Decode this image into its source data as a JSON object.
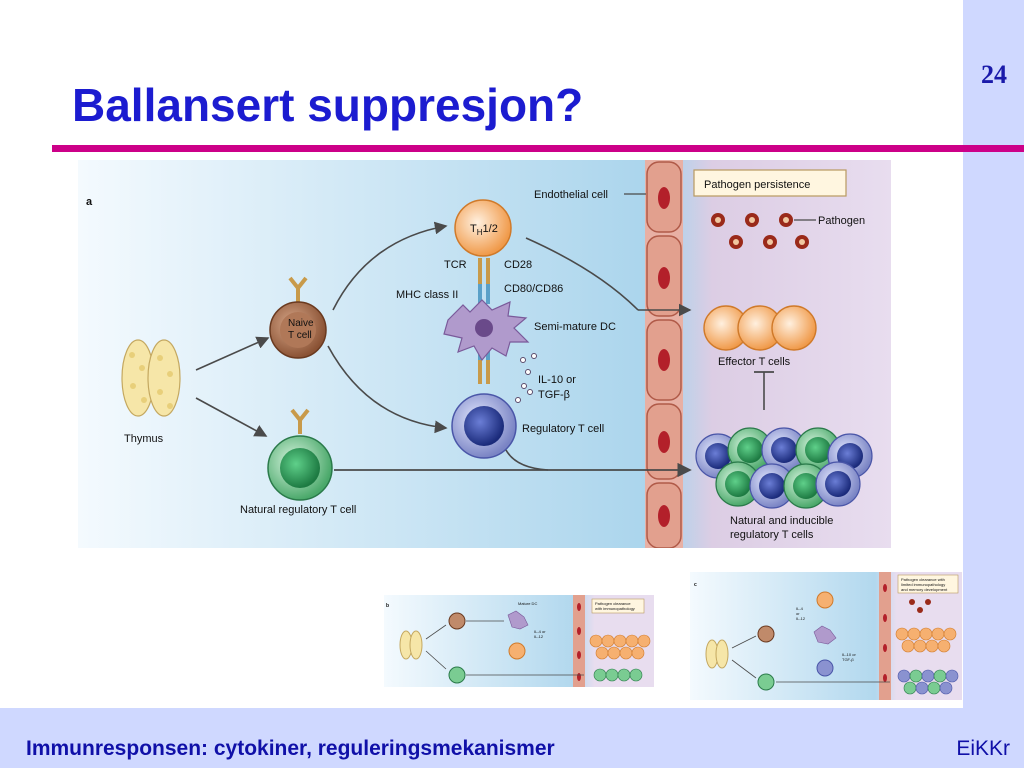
{
  "slide": {
    "title": "Ballansert suppresjon?",
    "page_number": "24",
    "footer_left": "Immunresponsen: cytokiner, reguleringsmekanismer",
    "footer_right": "EiKKr"
  },
  "figure_a": {
    "panel_label": "a",
    "thymus": "Thymus",
    "naive_line1": "Naive",
    "naive_line2": "T cell",
    "natural_reg": "Natural regulatory T cell",
    "th_main": "T",
    "th_sub": "H",
    "th_suffix": "1/2",
    "tcr": "TCR",
    "cd28": "CD28",
    "mhc": "MHC class II",
    "cd80": "CD80/CD86",
    "semi_dc": "Semi-mature DC",
    "il10_line1": "IL-10 or",
    "il10_line2": "TGF-β",
    "reg_t": "Regulatory T cell",
    "endothelial": "Endothelial cell",
    "pathogen_persistence": "Pathogen persistence",
    "pathogen": "Pathogen",
    "effector": "Effector T cells",
    "natural_inducible_line1": "Natural and inducible",
    "natural_inducible_line2": "regulatory T cells"
  },
  "figure_b": {
    "panel_label": "b",
    "mature_dc": "Mature DC",
    "box_line1": "Pathogen clearance",
    "box_line2": "with immunopathology",
    "il4_line1": "IL-4 or",
    "il4_line2": "IL-12"
  },
  "figure_c": {
    "panel_label": "c",
    "box_line1": "Pathogen clearance with",
    "box_line2": "limited immunopathology",
    "box_line3": "and memory development",
    "il4_line1": "IL-4",
    "il4_line2": "or",
    "il4_line3": "IL-12",
    "il10_line1": "IL-10 or",
    "il10_line2": "TGF-β"
  },
  "colors": {
    "title": "#1c1cd0",
    "rule": "#cc0088",
    "band": "#cfd8ff",
    "footer": "#1010a8"
  }
}
